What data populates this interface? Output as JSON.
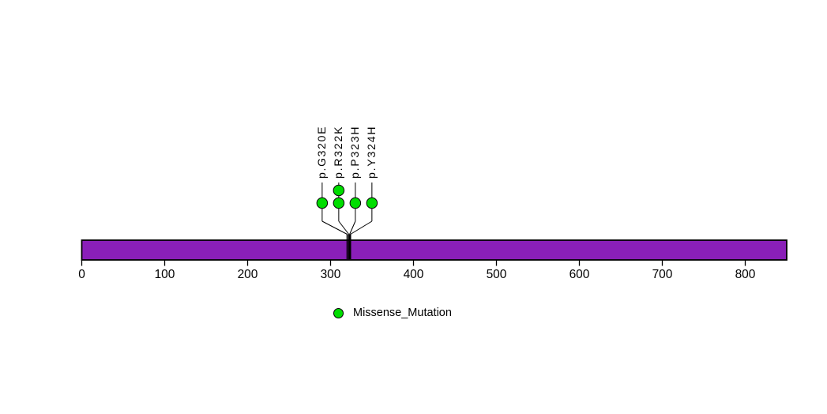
{
  "chart_data": {
    "type": "lollipop",
    "title": "",
    "xlabel": "",
    "ylabel": "",
    "xlim": [
      0,
      850
    ],
    "x_ticks": [
      0,
      100,
      200,
      300,
      400,
      500,
      600,
      700,
      800
    ],
    "protein_length_aa": 850,
    "grid": false,
    "legend_position": "bottom",
    "bar_color": "#8A1FB8",
    "mutations": [
      {
        "label": "p.G320E",
        "position": 320,
        "count": 1,
        "type": "Missense_Mutation"
      },
      {
        "label": "p.R322K",
        "position": 322,
        "count": 2,
        "type": "Missense_Mutation"
      },
      {
        "label": "p.P323H",
        "position": 323,
        "count": 1,
        "type": "Missense_Mutation"
      },
      {
        "label": "p.Y324H",
        "position": 324,
        "count": 1,
        "type": "Missense_Mutation"
      }
    ],
    "legend": [
      {
        "label": "Missense_Mutation",
        "color": "#00DD00"
      }
    ]
  },
  "colors": {
    "background": "#FFFFFF",
    "stem": "#000000",
    "axis": "#000000"
  }
}
